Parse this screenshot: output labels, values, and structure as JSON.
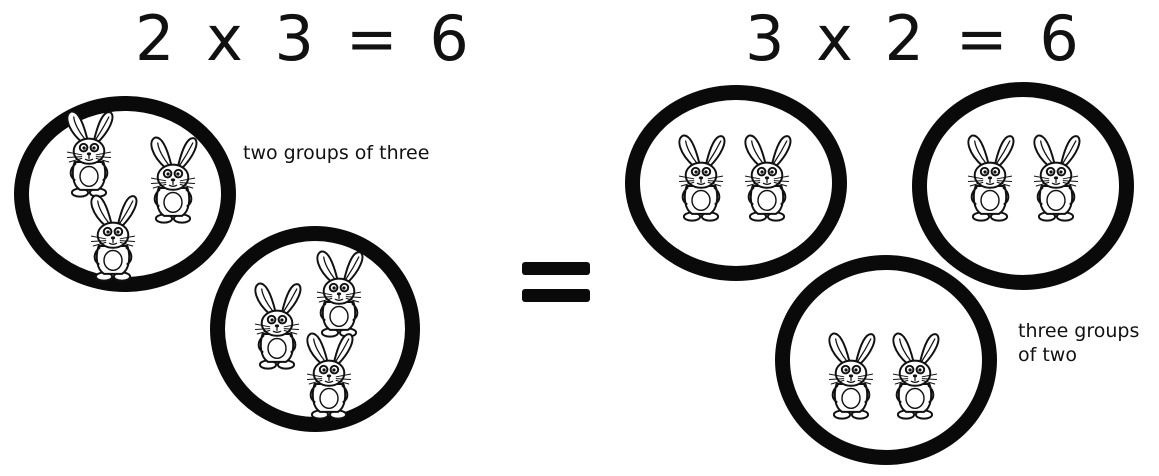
{
  "left": {
    "equation": "2 x 3 = 6",
    "label": "two groups of three",
    "groups": [
      3,
      3
    ]
  },
  "right": {
    "equation": "3 x 2 = 6",
    "label_line1": "three groups",
    "label_line2": "of two",
    "groups": [
      2,
      2,
      2
    ]
  },
  "middle": {
    "symbol": "equals-sign"
  },
  "icons": {
    "group_item": "bunny-icon"
  }
}
